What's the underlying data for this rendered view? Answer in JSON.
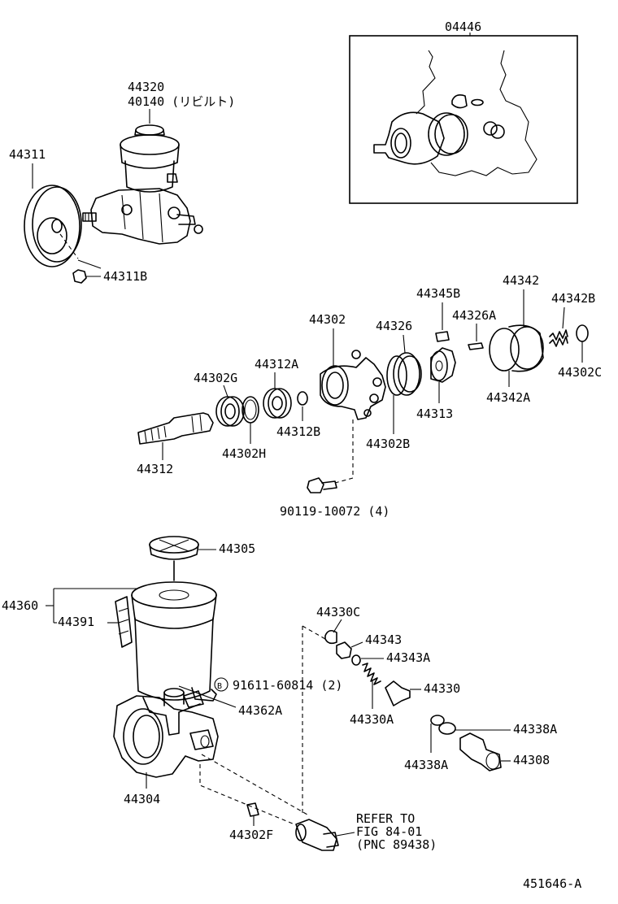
{
  "labels": {
    "l04446": "04446",
    "l44320": "44320",
    "l40140": "40140 (リビルト)",
    "l44311": "44311",
    "l44311B": "44311B",
    "l44302": "44302",
    "l44345B": "44345B",
    "l44342": "44342",
    "l44342B": "44342B",
    "l44326": "44326",
    "l44326A": "44326A",
    "l44312A": "44312A",
    "l44302G": "44302G",
    "l44302C": "44302C",
    "l44342A": "44342A",
    "l44313": "44313",
    "l44312B": "44312B",
    "l44302H": "44302H",
    "l44302B": "44302B",
    "l44312": "44312",
    "l90119": "90119-10072 (4)",
    "l44305": "44305",
    "l44360": "44360",
    "l44391": "44391",
    "l44330C": "44330C",
    "l44343": "44343",
    "l44343A": "44343A",
    "l91611mark": "B",
    "l91611": "91611-60814 (2)",
    "l44330": "44330",
    "l44362A": "44362A",
    "l44330A": "44330A",
    "l44338A1": "44338A",
    "l44338A2": "44338A",
    "l44308": "44308",
    "l44304": "44304",
    "refer1": "REFER TO",
    "refer2": "FIG 84-01",
    "refer3": "(PNC 89438)",
    "l44302F": "44302F",
    "figno": "451646-A"
  }
}
